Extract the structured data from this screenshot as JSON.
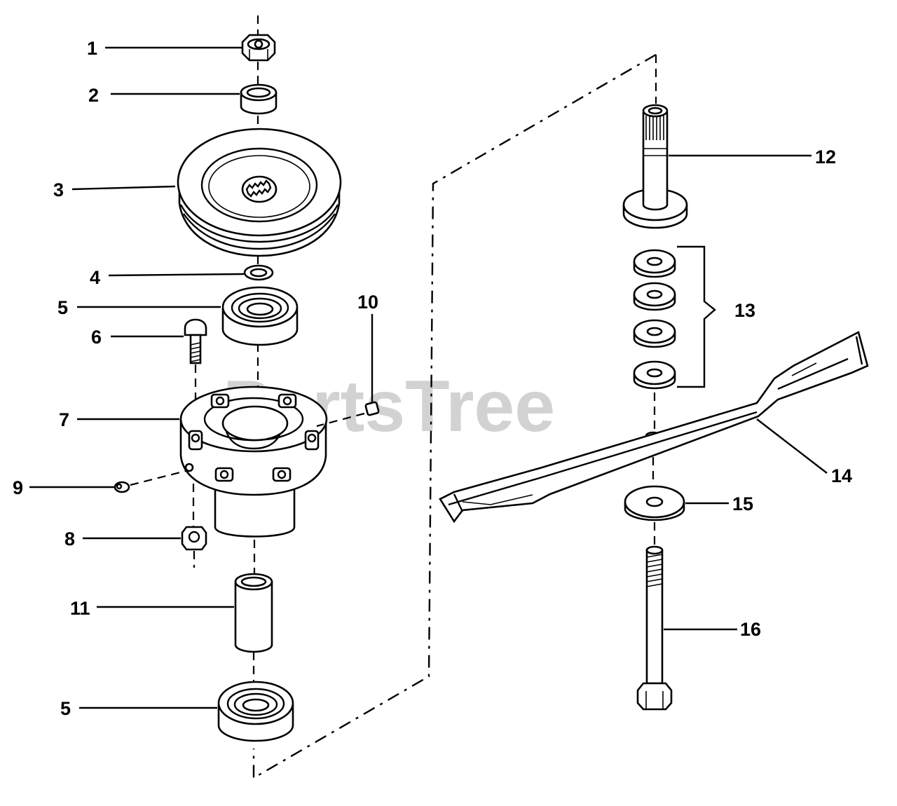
{
  "watermark": "PartsTree",
  "callouts": [
    {
      "id": "1",
      "part": "nut"
    },
    {
      "id": "2",
      "part": "spacer"
    },
    {
      "id": "3",
      "part": "pulley"
    },
    {
      "id": "4",
      "part": "washer"
    },
    {
      "id": "5",
      "part": "bearing"
    },
    {
      "id": "6",
      "part": "bolt"
    },
    {
      "id": "7",
      "part": "spindle-housing"
    },
    {
      "id": "8",
      "part": "nut"
    },
    {
      "id": "9",
      "part": "grease-fitting"
    },
    {
      "id": "10",
      "part": "fitting"
    },
    {
      "id": "11",
      "part": "spacer-tube"
    },
    {
      "id": "12",
      "part": "spindle-shaft"
    },
    {
      "id": "13",
      "part": "washers"
    },
    {
      "id": "14",
      "part": "blade"
    },
    {
      "id": "15",
      "part": "washer"
    },
    {
      "id": "16",
      "part": "blade-bolt"
    }
  ],
  "labels": {
    "c1": "1",
    "c2": "2",
    "c3": "3",
    "c4": "4",
    "c5a": "5",
    "c6": "6",
    "c7": "7",
    "c8": "8",
    "c9": "9",
    "c10": "10",
    "c11": "11",
    "c5b": "5",
    "c12": "12",
    "c13": "13",
    "c14": "14",
    "c15": "15",
    "c16": "16"
  }
}
